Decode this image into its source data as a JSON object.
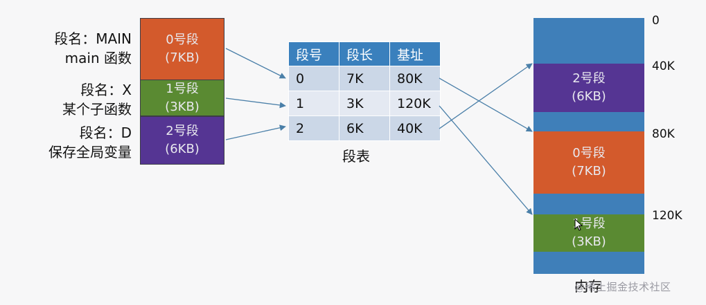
{
  "segments": [
    {
      "label_line1": "段名：MAIN",
      "label_line2": "main 函数",
      "title": "0号段",
      "size": "(7KB)",
      "color": "#d35a2c"
    },
    {
      "label_line1": "段名：X",
      "label_line2": "某个子函数",
      "title": "1号段",
      "size": "(3KB)",
      "color": "#5a8a32"
    },
    {
      "label_line1": "段名：D",
      "label_line2": "保存全局变量",
      "title": "2号段",
      "size": "(6KB)",
      "color": "#553593"
    }
  ],
  "segment_table": {
    "headers": [
      "段号",
      "段长",
      "基址"
    ],
    "rows": [
      [
        "0",
        "7K",
        "80K"
      ],
      [
        "1",
        "3K",
        "120K"
      ],
      [
        "2",
        "6K",
        "40K"
      ]
    ],
    "caption": "段表",
    "header_color": "#3a80bd"
  },
  "memory": {
    "caption": "内存",
    "free_color": "#3f7fb9",
    "blocks": [
      {
        "title": "2号段",
        "size": "(6KB)"
      },
      {
        "title": "0号段",
        "size": "(7KB)"
      },
      {
        "title": "1号段",
        "size": "(3KB)"
      }
    ],
    "addresses": [
      "0",
      "40K",
      "80K",
      "120K"
    ]
  },
  "watermark": "@稀土掘金技术社区"
}
